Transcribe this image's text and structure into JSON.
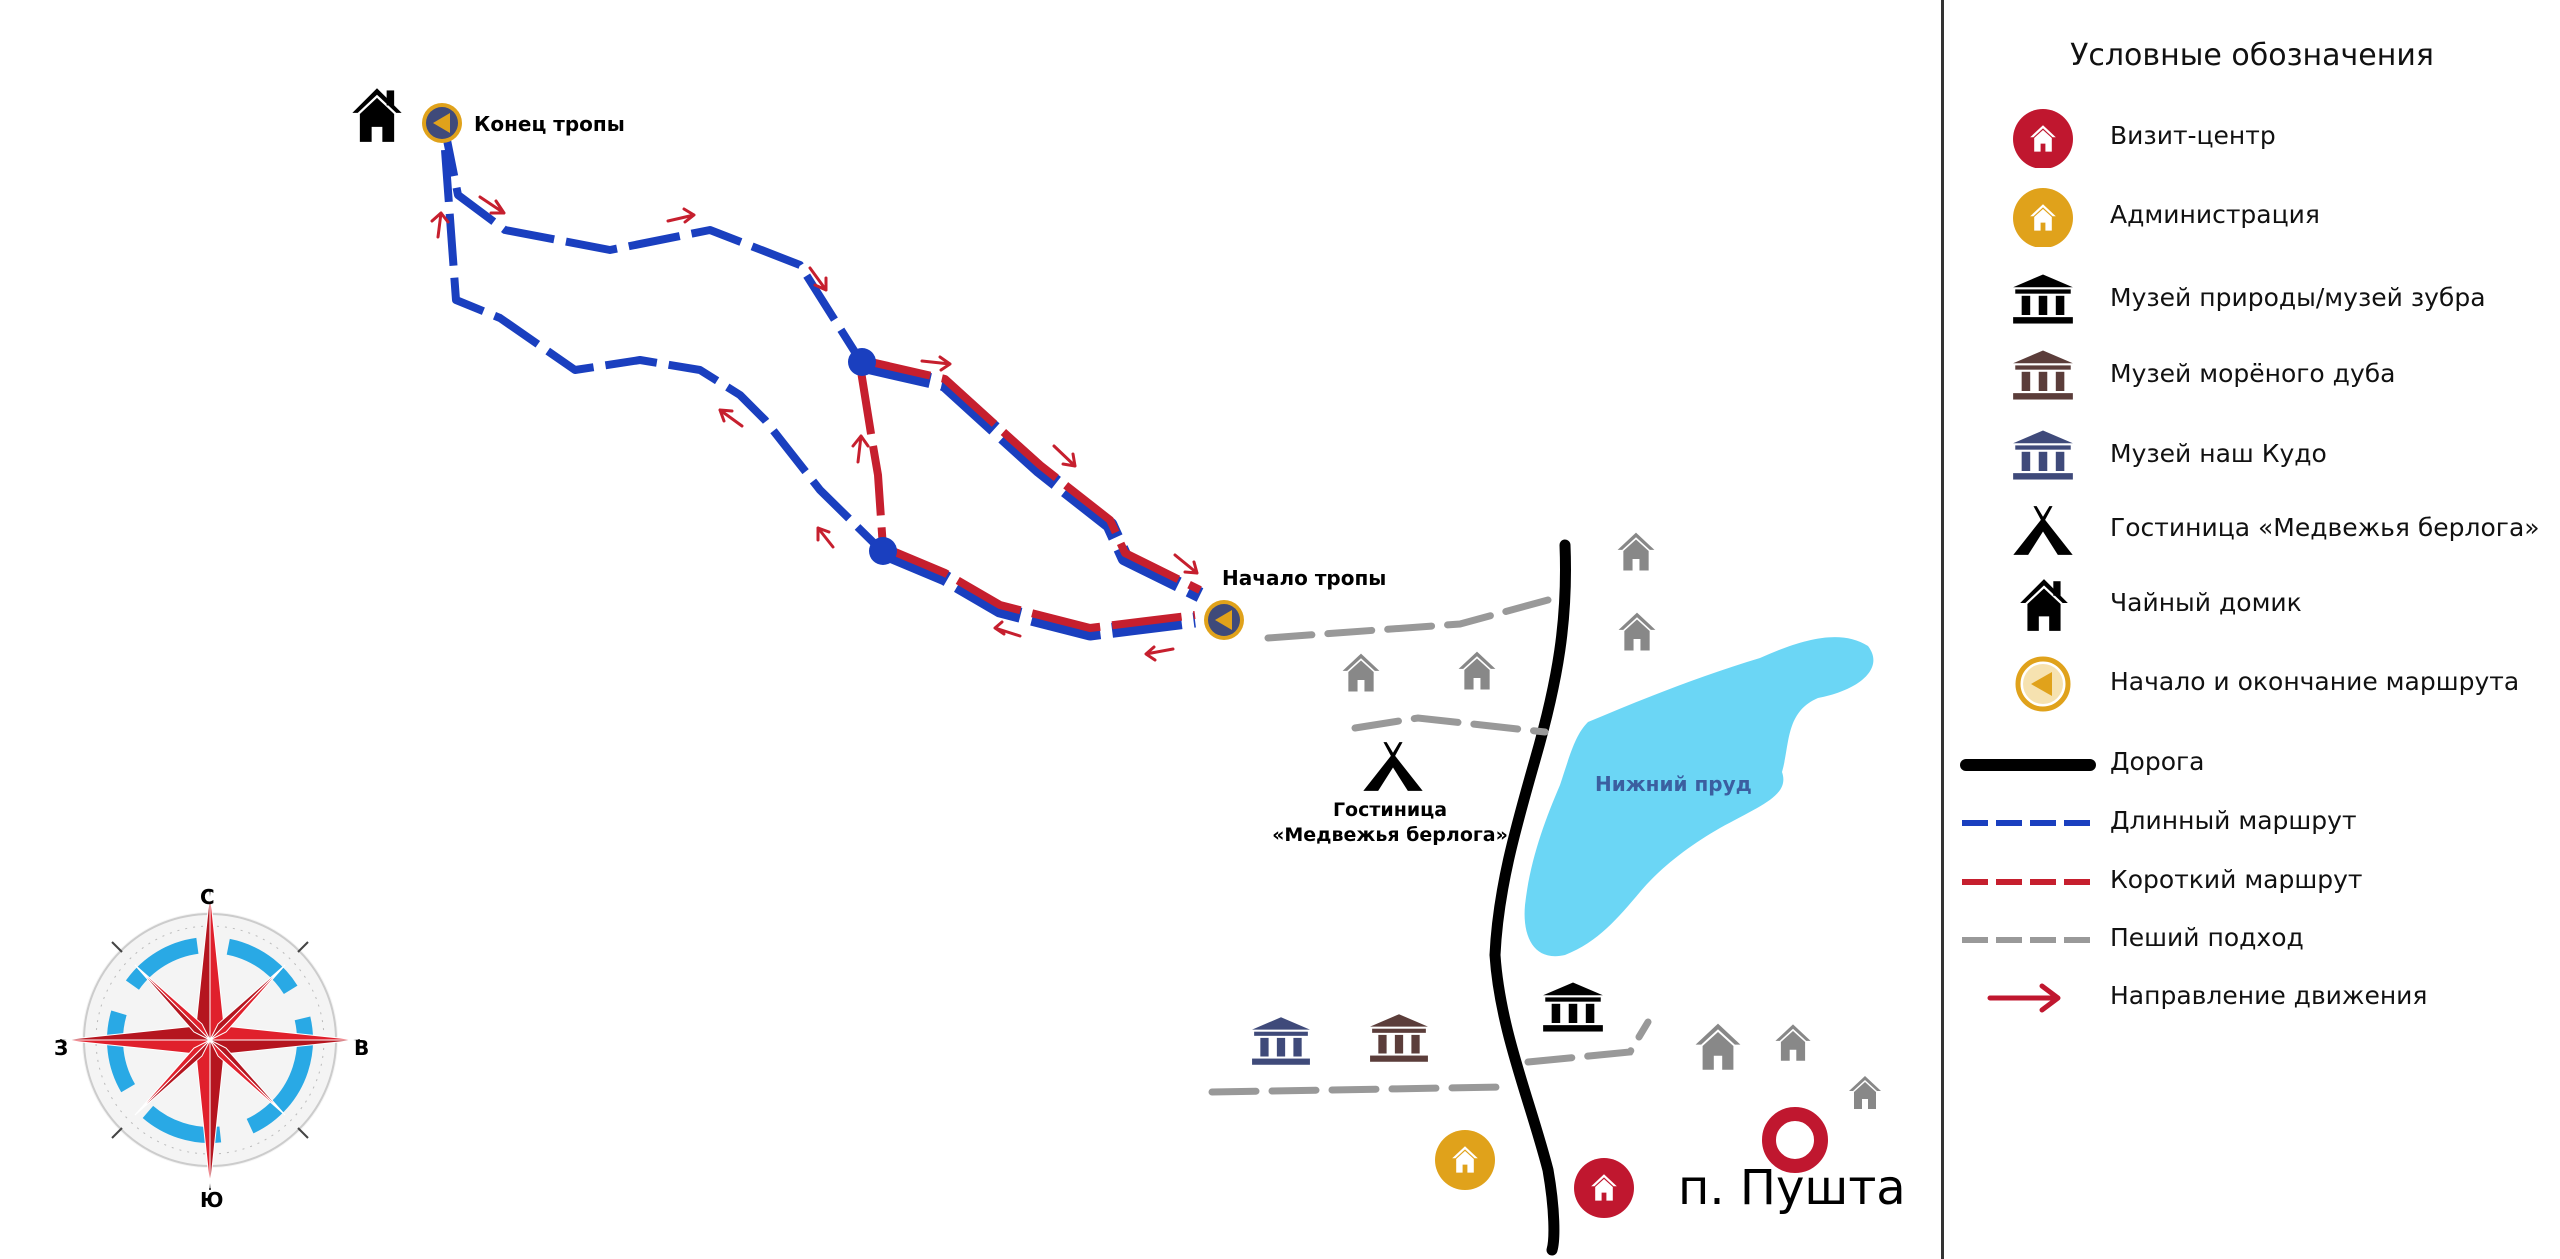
{
  "colors": {
    "long_route": "#1a3fbf",
    "short_route": "#c61f2e",
    "walk": "#999999",
    "road": "#000000",
    "pond": "#6bd6f5",
    "visit_center": "#c0172f",
    "administration": "#e0a21b",
    "museum_nature": "#000000",
    "museum_oak": "#5b3d3a",
    "museum_kudo": "#3f4a7a",
    "house": "#888888",
    "compass_ring": "#29a9e5",
    "compass_star": "#e0202c"
  },
  "map": {
    "trail_end_label": "Конец тропы",
    "trail_start_label": "Начало тропы",
    "pond_label": "Нижний пруд",
    "hotel_label_line1": "Гостиница",
    "hotel_label_line2": "«Медвежья берлога»",
    "village_label": "п. Пушта",
    "compass": {
      "n": "С",
      "s": "Ю",
      "w": "З",
      "e": "В"
    }
  },
  "legend": {
    "title": "Условные обозначения",
    "items": [
      {
        "icon": "visit-center-icon",
        "label": "Визит-центр"
      },
      {
        "icon": "administration-icon",
        "label": "Администрация"
      },
      {
        "icon": "museum-nature-icon",
        "label": "Музей природы/музей зубра"
      },
      {
        "icon": "museum-oak-icon",
        "label": "Музей морёного дуба"
      },
      {
        "icon": "museum-kudo-icon",
        "label": "Музей наш Кудо"
      },
      {
        "icon": "tent-icon",
        "label": "Гостиница «Медвежья берлога»"
      },
      {
        "icon": "tea-house-icon",
        "label": "Чайный домик"
      },
      {
        "icon": "route-start-end-icon",
        "label": "Начало и окончание маршрута"
      },
      {
        "icon": "road-line-icon",
        "label": "Дорога"
      },
      {
        "icon": "long-route-line-icon",
        "label": "Длинный маршрут"
      },
      {
        "icon": "short-route-line-icon",
        "label": "Короткий маршрут"
      },
      {
        "icon": "walk-path-line-icon",
        "label": "Пеший подход"
      },
      {
        "icon": "direction-arrow-icon",
        "label": "Направление движения"
      }
    ]
  }
}
